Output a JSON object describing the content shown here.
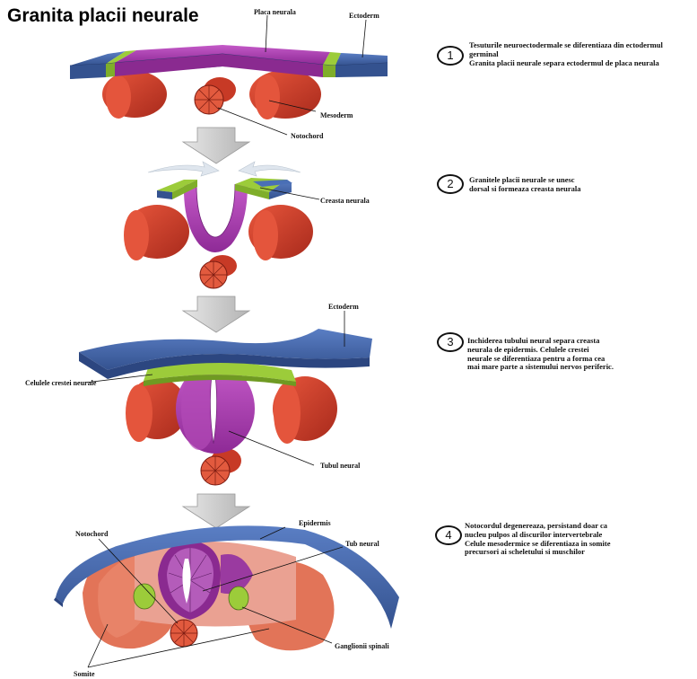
{
  "title": "Granita placii neurale",
  "labels": {
    "s1_placa": "Placa neurala",
    "s1_ectoderm": "Ectoderm",
    "s1_mesoderm": "Mesoderm",
    "s1_notochord": "Notochord",
    "s2_creasta": "Creasta neurala",
    "s3_ectoderm": "Ectoderm",
    "s3_celulele": "Celulele crestei neurale",
    "s3_tubul": "Tubul neural",
    "s4_epidermis": "Epidermis",
    "s4_notochord": "Notochord",
    "s4_tub": "Tub neural",
    "s4_ganglionii": "Ganglionii spinali",
    "s4_somite": "Somite"
  },
  "steps": [
    {
      "number": "1",
      "lines": [
        "Tesuturile neuroectodermale se diferentiaza din ectodermul",
        "germinal",
        "Granita placii neurale separa ectodermul de placa neurala"
      ]
    },
    {
      "number": "2",
      "lines": [
        "Granitele placii neurale se unesc",
        "dorsal si formeaza creasta neurala"
      ]
    },
    {
      "number": "3",
      "lines": [
        "Inchiderea tubului neural separa creasta",
        "neurala de epidermis. Celulele crestei",
        "neurale se diferentiaza pentru a forma cea",
        "mai mare parte a sistemului nervos periferic."
      ]
    },
    {
      "number": "4",
      "lines": [
        "Notocordul degenereaza, persistand doar ca",
        "nucleu pulpos al discurilor intervertebrale",
        "Celule mesodermice se diferentiaza in somite",
        "precursori ai scheletului si muschilor"
      ]
    }
  ],
  "colors": {
    "ectoderm": "#3f63a8",
    "neural": "#a43aa6",
    "crest": "#9ccc3a",
    "mesoderm": "#d3402b",
    "somite": "#e07a5c",
    "arrow": "#c8c8c8"
  }
}
